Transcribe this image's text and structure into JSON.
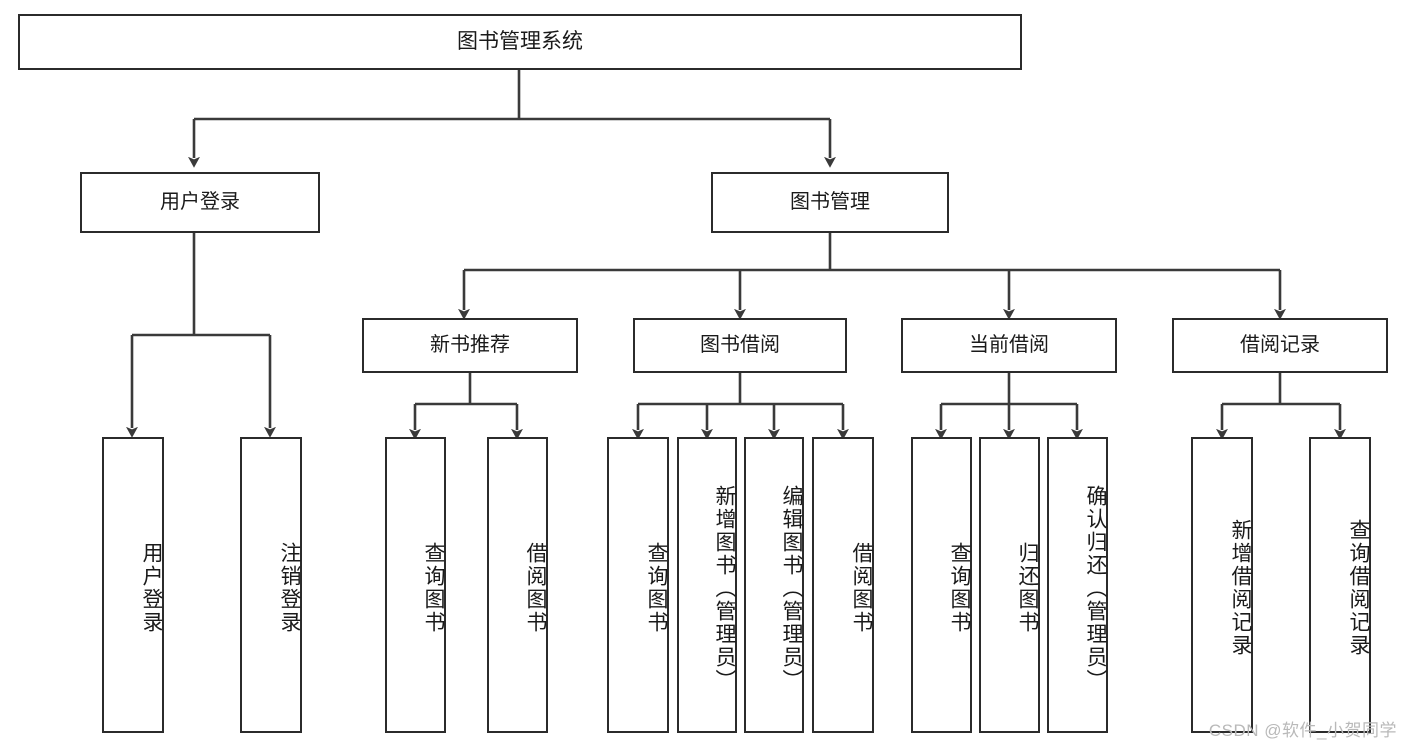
{
  "diagram": {
    "type": "tree",
    "title": "图书管理系统",
    "orientation": "top-down",
    "colors": {
      "box_border": "#2b2b2b",
      "box_fill": "#ffffff",
      "line": "#3a3a3a",
      "text": "#1a1a1a",
      "watermark": "#b9b9b9"
    }
  },
  "root": {
    "label": "图书管理系统"
  },
  "level2": [
    {
      "label": "用户登录"
    },
    {
      "label": "图书管理"
    }
  ],
  "level3": [
    {
      "label": "新书推荐"
    },
    {
      "label": "图书借阅"
    },
    {
      "label": "当前借阅"
    },
    {
      "label": "借阅记录"
    }
  ],
  "leaves": {
    "user_login": [
      {
        "label": "用户登录"
      },
      {
        "label": "注销登录"
      }
    ],
    "new_book_recommend": [
      {
        "label": "查询图书"
      },
      {
        "label": "借阅图书"
      }
    ],
    "book_borrow": [
      {
        "label": "查询图书"
      },
      {
        "label": "新增图书（管理员）"
      },
      {
        "label": "编辑图书（管理员）"
      },
      {
        "label": "借阅图书"
      }
    ],
    "current_borrow": [
      {
        "label": "查询图书"
      },
      {
        "label": "归还图书"
      },
      {
        "label": "确认归还（管理员）"
      }
    ],
    "borrow_records": [
      {
        "label": "新增借阅记录"
      },
      {
        "label": "查询借阅记录"
      }
    ]
  },
  "watermark": {
    "text": "CSDN @软件_小贺同学"
  }
}
